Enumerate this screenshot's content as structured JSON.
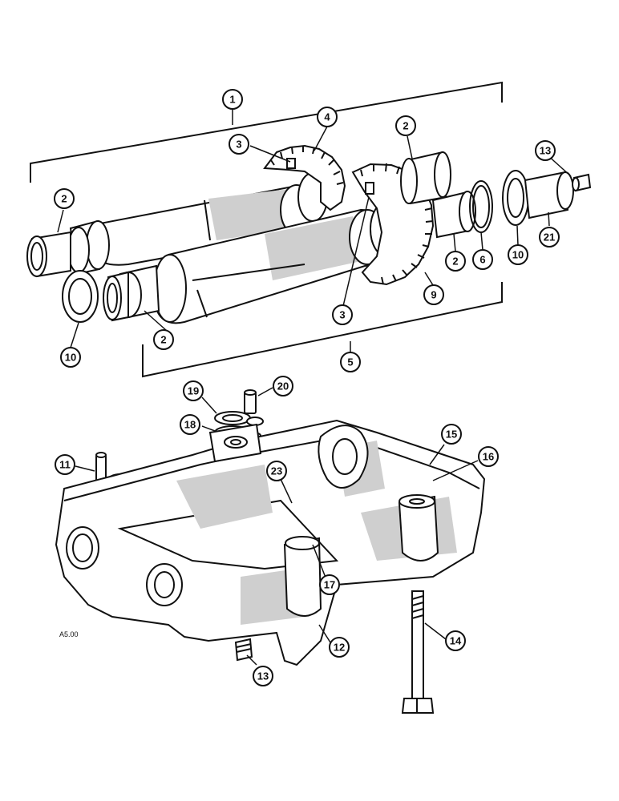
{
  "figure": {
    "ref_code": "A5.00",
    "callouts": [
      {
        "id": "c1",
        "label": "1"
      },
      {
        "id": "c2a",
        "label": "2"
      },
      {
        "id": "c2b",
        "label": "2"
      },
      {
        "id": "c2c",
        "label": "2"
      },
      {
        "id": "c2d",
        "label": "2"
      },
      {
        "id": "c3a",
        "label": "3"
      },
      {
        "id": "c3b",
        "label": "3"
      },
      {
        "id": "c4",
        "label": "4"
      },
      {
        "id": "c5",
        "label": "5"
      },
      {
        "id": "c6",
        "label": "6"
      },
      {
        "id": "c9",
        "label": "9"
      },
      {
        "id": "c10a",
        "label": "10"
      },
      {
        "id": "c10b",
        "label": "10"
      },
      {
        "id": "c11",
        "label": "11"
      },
      {
        "id": "c12",
        "label": "12"
      },
      {
        "id": "c13a",
        "label": "13"
      },
      {
        "id": "c13b",
        "label": "13"
      },
      {
        "id": "c14",
        "label": "14"
      },
      {
        "id": "c15",
        "label": "15"
      },
      {
        "id": "c16",
        "label": "16"
      },
      {
        "id": "c17",
        "label": "17"
      },
      {
        "id": "c18",
        "label": "18"
      },
      {
        "id": "c19",
        "label": "19"
      },
      {
        "id": "c20",
        "label": "20"
      },
      {
        "id": "c21",
        "label": "21"
      },
      {
        "id": "c23",
        "label": "23"
      }
    ]
  }
}
